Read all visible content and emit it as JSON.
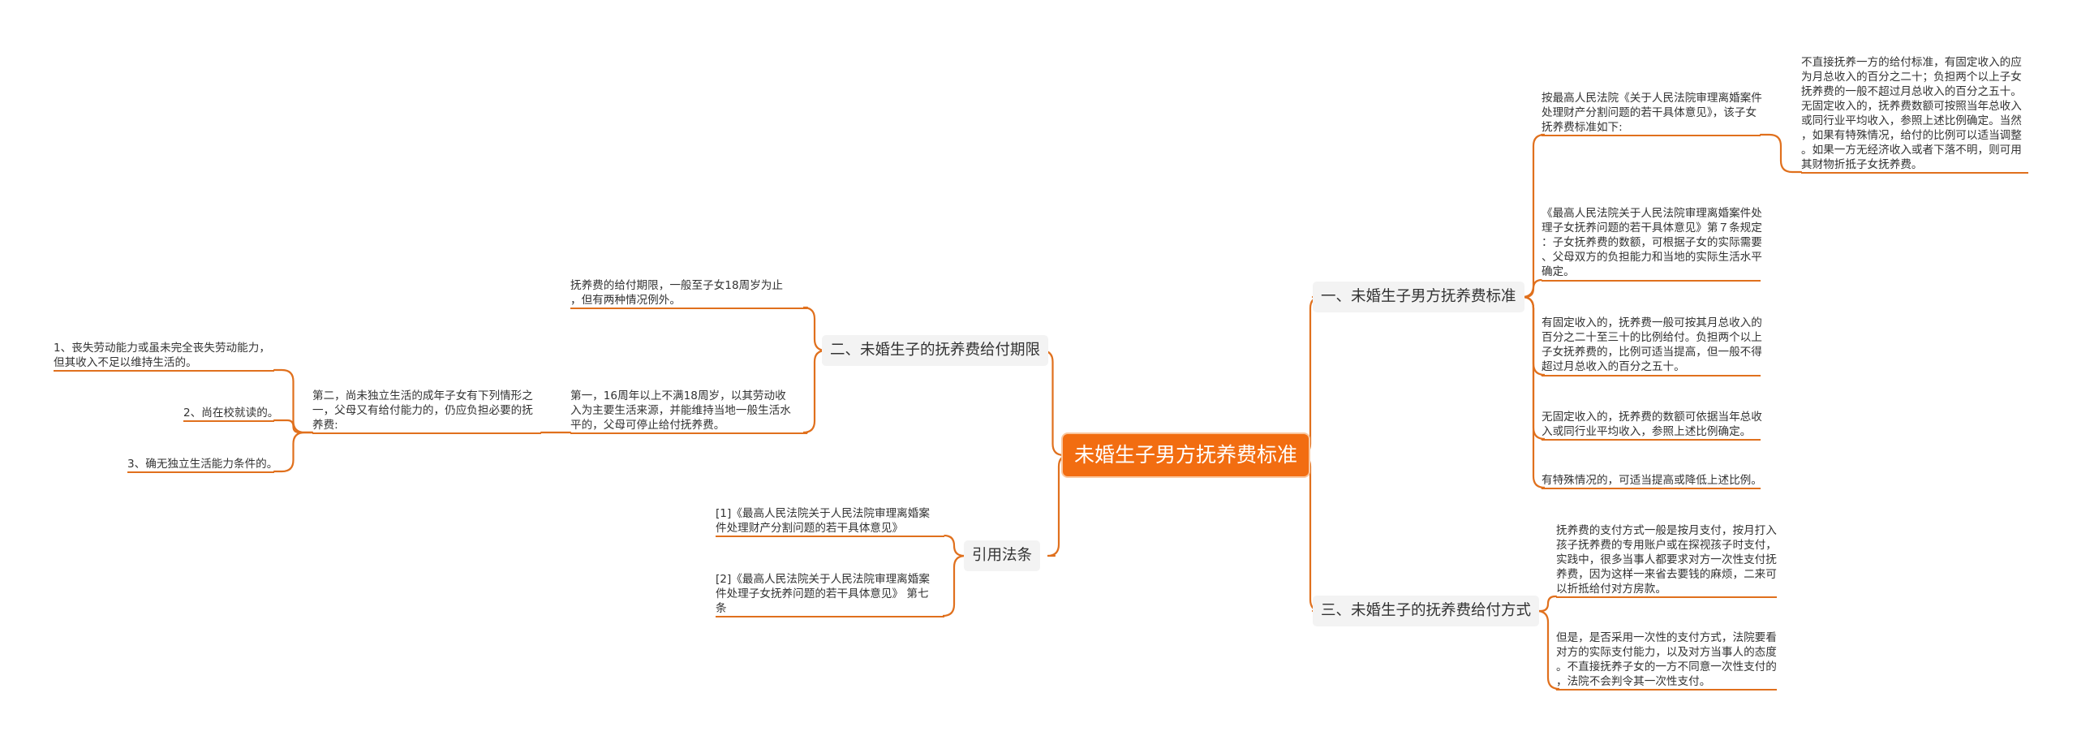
{
  "root": {
    "label": "未婚生子男方抚养费标准"
  },
  "branches": {
    "b1": {
      "label": "一、未婚生子男方抚养费标准",
      "children": [
        "按最高人民法院《关于人民法院审理离婚案件\n处理财产分割问题的若干具体意见》，该子女\n抚养费标准如下:",
        "《最高人民法院关于人民法院审理离婚案件处\n理子女抚养问题的若干具体意见》第７条规定\n：子女抚养费的数额，可根据子女的实际需要\n、父母双方的负担能力和当地的实际生活水平\n确定。",
        "有固定收入的，抚养费一般可按其月总收入的\n百分之二十至三十的比例给付。负担两个以上\n子女抚养费的，比例可适当提高，但一般不得\n超过月总收入的百分之五十。",
        "无固定收入的，抚养费的数额可依据当年总收\n入或同行业平均收入，参照上述比例确定。",
        "有特殊情况的，可适当提高或降低上述比例。"
      ],
      "sub": "不直接抚养一方的给付标准，有固定收入的应\n为月总收入的百分之二十；负担两个以上子女\n抚养费的一般不超过月总收入的百分之五十。\n无固定收入的，抚养费数额可按照当年总收入\n或同行业平均收入，参照上述比例确定。当然\n，如果有特殊情况，给付的比例可以适当调整\n。如果一方无经济收入或者下落不明，则可用\n其财物折抵子女抚养费。"
    },
    "b2": {
      "label": "二、未婚生子的抚养费给付期限",
      "children": [
        "抚养费的给付期限，一般至子女18周岁为止\n，但有两种情况例外。",
        "第一，16周年以上不满18周岁，以其劳动收\n入为主要生活来源，并能维持当地一般生活水\n平的，父母可停止给付抚养费。"
      ],
      "second": "第二，尚未独立生活的成年子女有下列情形之\n一，父母又有给付能力的，仍应负担必要的抚\n养费:",
      "second_children": [
        "1、丧失劳动能力或虽未完全丧失劳动能力，\n但其收入不足以维持生活的。",
        "2、尚在校就读的。",
        "3、确无独立生活能力条件的。"
      ]
    },
    "b3": {
      "label": "三、未婚生子的抚养费给付方式",
      "children": [
        "抚养费的支付方式一般是按月支付，按月打入\n孩子抚养费的专用账户或在探视孩子时支付，\n实践中，很多当事人都要求对方一次性支付抚\n养费，因为这样一来省去要钱的麻烦，二来可\n以折抵给付对方房款。",
        "但是，是否采用一次性的支付方式，法院要看\n对方的实际支付能力，以及对方当事人的态度\n。不直接抚养子女的一方不同意一次性支付的\n，法院不会判令其一次性支付。"
      ]
    },
    "b4": {
      "label": "引用法条",
      "children": [
        "[1]《最高人民法院关于人民法院审理离婚案\n件处理财产分割问题的若干具体意见》",
        "[2]《最高人民法院关于人民法院审理离婚案\n件处理子女抚养问题的若干具体意见》 第七\n条"
      ]
    }
  },
  "colors": {
    "accent": "#f26d11",
    "line": "#e0701d",
    "branch_bg": "#f3f3f3"
  }
}
